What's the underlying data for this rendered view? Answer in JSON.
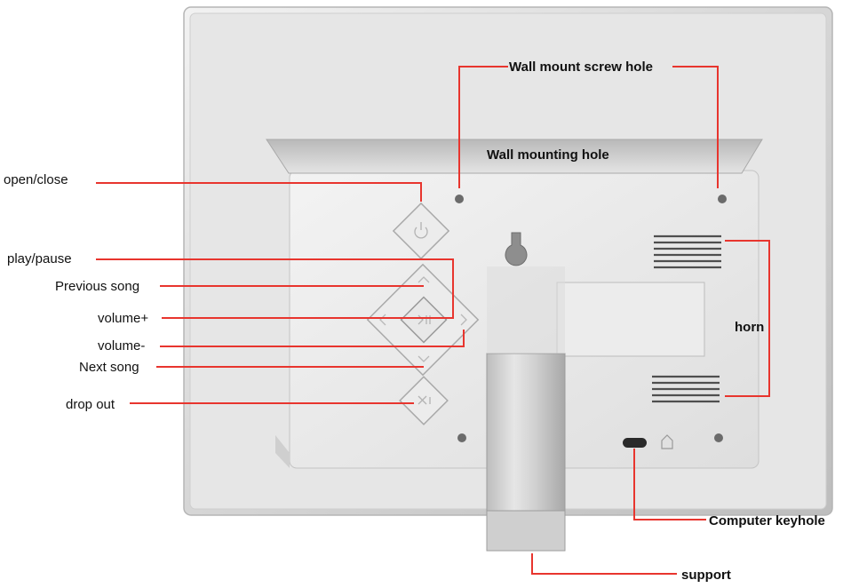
{
  "colors": {
    "leader": "#e8352e",
    "frame": "#c9c9c9",
    "panel": "#e9e9e9",
    "button_outline": "#a9a9a9"
  },
  "labels": {
    "open_close": "open/close",
    "play_pause": "play/pause",
    "previous_song": "Previous song",
    "volume_up": "volume+",
    "volume_down": "volume-",
    "next_song": "Next song",
    "drop_out": "drop out",
    "wall_mount_screw_hole": "Wall mount screw hole",
    "wall_mounting_hole": "Wall mounting hole",
    "horn": "horn",
    "computer_keyhole": "Computer keyhole",
    "support": "support"
  },
  "icons": {
    "power": "power-icon",
    "home": "home-icon",
    "play_pause": "play-pause-icon",
    "chevrons": "chevron-icon",
    "exit": "exit-icon"
  }
}
